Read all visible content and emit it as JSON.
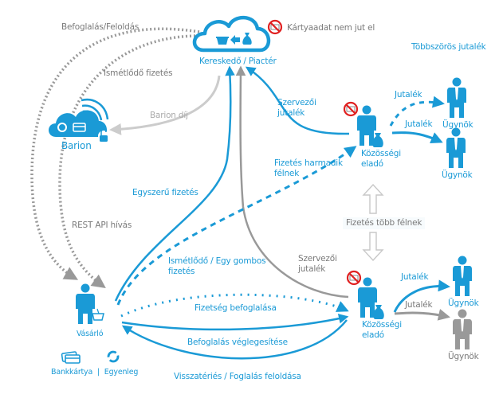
{
  "title": "Barion payment flow diagram",
  "colors": {
    "primary": "#1a9ad6",
    "gray_line": "#9a9a9a",
    "light_gray_line": "#cccccc",
    "dotted_gray": "#999999",
    "forbidden_red": "#e02020",
    "text_gray": "#8c8c8c"
  },
  "nodes": {
    "merchant": {
      "label": "Kereskedő / Piactér",
      "icons": [
        "cloud-icon",
        "basket-icon",
        "arrow-left-icon",
        "money-bag-icon"
      ]
    },
    "card_notice": {
      "label": "Kártyaadat nem jut el",
      "icon": "no-card-icon"
    },
    "barion": {
      "label": "Barion",
      "icons": [
        "cloud-icon",
        "refresh-icon",
        "card-icon",
        "lock-icon",
        "wireless-icon"
      ]
    },
    "buyer": {
      "label": "Vásárló",
      "icons": [
        "person-icon",
        "basket-icon"
      ]
    },
    "payment_methods": {
      "card_label": "Bankkártya",
      "separator": "|",
      "balance_label": "Egyenleg"
    },
    "seller_top": {
      "label_line1": "Közösségi",
      "label_line2": "eladó"
    },
    "seller_bottom": {
      "label_line1": "Közösségi",
      "label_line2": "eladó"
    },
    "agents": [
      {
        "label": "Ügynök",
        "color": "blue"
      },
      {
        "label": "Ügynök",
        "color": "blue"
      },
      {
        "label": "Ügynök",
        "color": "blue"
      },
      {
        "label": "Ügynök",
        "color": "gray"
      }
    ]
  },
  "edges": {
    "reserve_release": "Befoglalás/Feloldás",
    "recurring_payment": "Ismétlődő fizetés",
    "barion_fee": "Barion díj",
    "rest_api": "REST API hívás",
    "simple_payment": "Egyszerű fizetés",
    "recurring_oneclick_line1": "Ismétlődő / Egy gombos",
    "recurring_oneclick_line2": "fizetés",
    "third_party_line1": "Fizetés harmadik",
    "third_party_line2": "félnek",
    "org_commission_top_line1": "Szervezői",
    "org_commission_top_line2": "jutalék",
    "org_commission_bottom_line1": "Szervezői",
    "org_commission_bottom_line2": "jutalék",
    "multi_party": "Fizetés több félnek",
    "multiple_commission": "Többszörös jutalék",
    "commission_dashed": "Jutalék",
    "commission_solid_top": "Jutalék",
    "commission_bottom_blue": "Jutalék",
    "commission_bottom_gray": "Jutalék",
    "payment_reservation": "Fizetség befoglalása",
    "reservation_finalize": "Befoglalás véglegesítése",
    "refund_release": "Visszatériés  / Foglalás feloldása"
  }
}
